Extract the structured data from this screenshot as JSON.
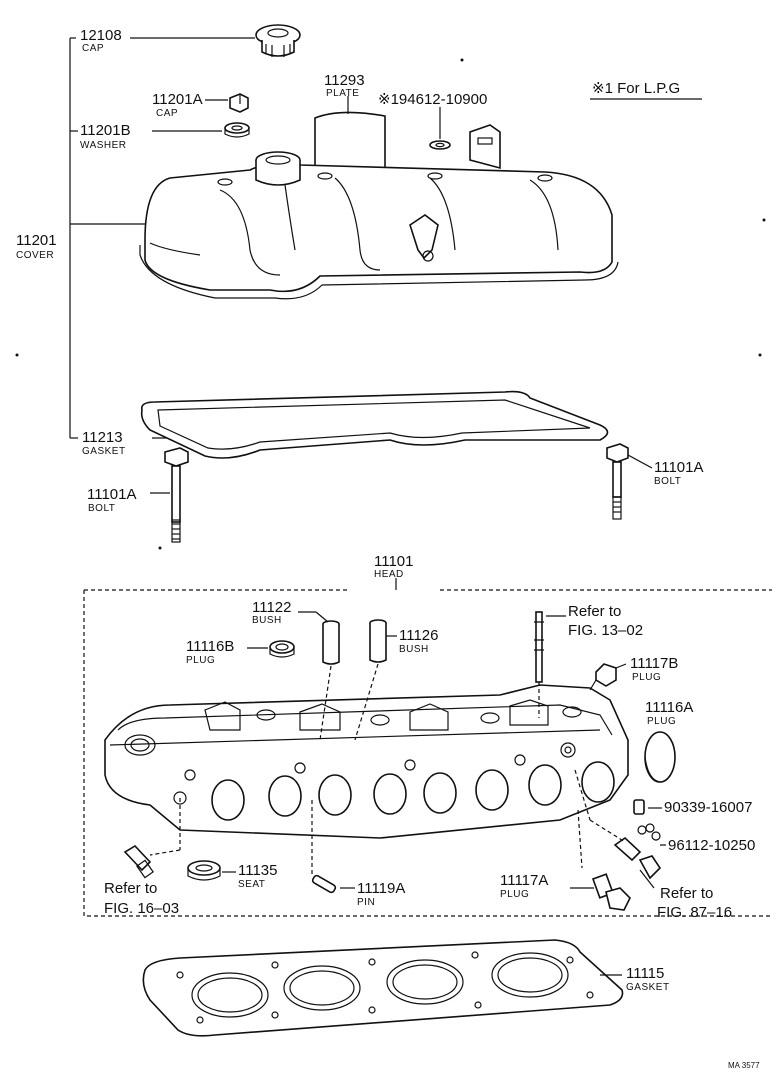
{
  "note": "※1 For L.P.G",
  "watermark": "MA 3577",
  "callouts": {
    "cap_12108": {
      "number": "12108",
      "name": "CAP"
    },
    "cap_11201a": {
      "number": "11201A",
      "name": "CAP"
    },
    "washer_11201b": {
      "number": "11201B",
      "name": "WASHER"
    },
    "plate_11293": {
      "number": "11293",
      "name": "PLATE"
    },
    "lpg_part": {
      "number": "※194612-10900"
    },
    "cover_11201": {
      "number": "11201",
      "name": "COVER"
    },
    "gasket_11213": {
      "number": "11213",
      "name": "GASKET"
    },
    "bolt_left": {
      "number": "11101A",
      "name": "BOLT"
    },
    "bolt_right": {
      "number": "11101A",
      "name": "BOLT"
    },
    "head_11101": {
      "number": "11101",
      "name": "HEAD"
    },
    "bush_11122": {
      "number": "11122",
      "name": "BUSH"
    },
    "bush_11126": {
      "number": "11126",
      "name": "BUSH"
    },
    "plug_11116b": {
      "number": "11116B",
      "name": "PLUG"
    },
    "plug_11117b": {
      "number": "11117B",
      "name": "PLUG"
    },
    "plug_11116a": {
      "number": "11116A",
      "name": "PLUG"
    },
    "part_90339": {
      "number": "90339-16007"
    },
    "part_96112": {
      "number": "96112-10250"
    },
    "seat_11135": {
      "number": "11135",
      "name": "SEAT"
    },
    "pin_11119a": {
      "number": "11119A",
      "name": "PIN"
    },
    "plug_11117a": {
      "number": "11117A",
      "name": "PLUG"
    },
    "gasket_11115": {
      "number": "11115",
      "name": "GASKET"
    }
  },
  "references": {
    "fig_13_02": {
      "line1": "Refer to",
      "line2": "FIG. 13–02"
    },
    "fig_16_03": {
      "line1": "Refer to",
      "line2": "FIG. 16–03"
    },
    "fig_87_16": {
      "line1": "Refer to",
      "line2": "FIG. 87–16"
    }
  }
}
